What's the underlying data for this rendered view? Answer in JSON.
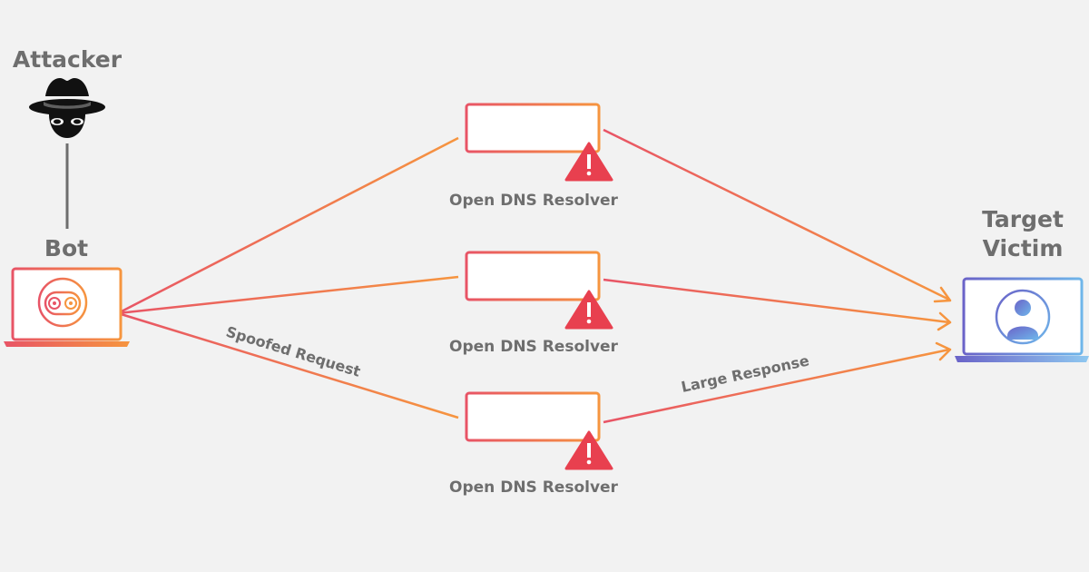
{
  "attacker": {
    "label": "Attacker",
    "icon": "spy-hat-icon"
  },
  "bot": {
    "label": "Bot",
    "icon": "robot-laptop-icon"
  },
  "resolvers": [
    {
      "label": "Open DNS Resolver",
      "icon": "server-warning-icon"
    },
    {
      "label": "Open DNS Resolver",
      "icon": "server-warning-icon"
    },
    {
      "label": "Open DNS Resolver",
      "icon": "server-warning-icon"
    }
  ],
  "target": {
    "label_line1": "Target",
    "label_line2": "Victim",
    "icon": "user-laptop-icon"
  },
  "edges": {
    "request_label": "Spoofed Request",
    "response_label": "Large Response"
  },
  "colors": {
    "background": "#f2f2f2",
    "orange": "#f6953f",
    "red": "#e85466",
    "warning": "#e8404f",
    "victim_purple": "#6a63c8",
    "victim_blue": "#6fb6ea",
    "text_gray": "#6e6e6e",
    "attacker_black": "#111111"
  }
}
